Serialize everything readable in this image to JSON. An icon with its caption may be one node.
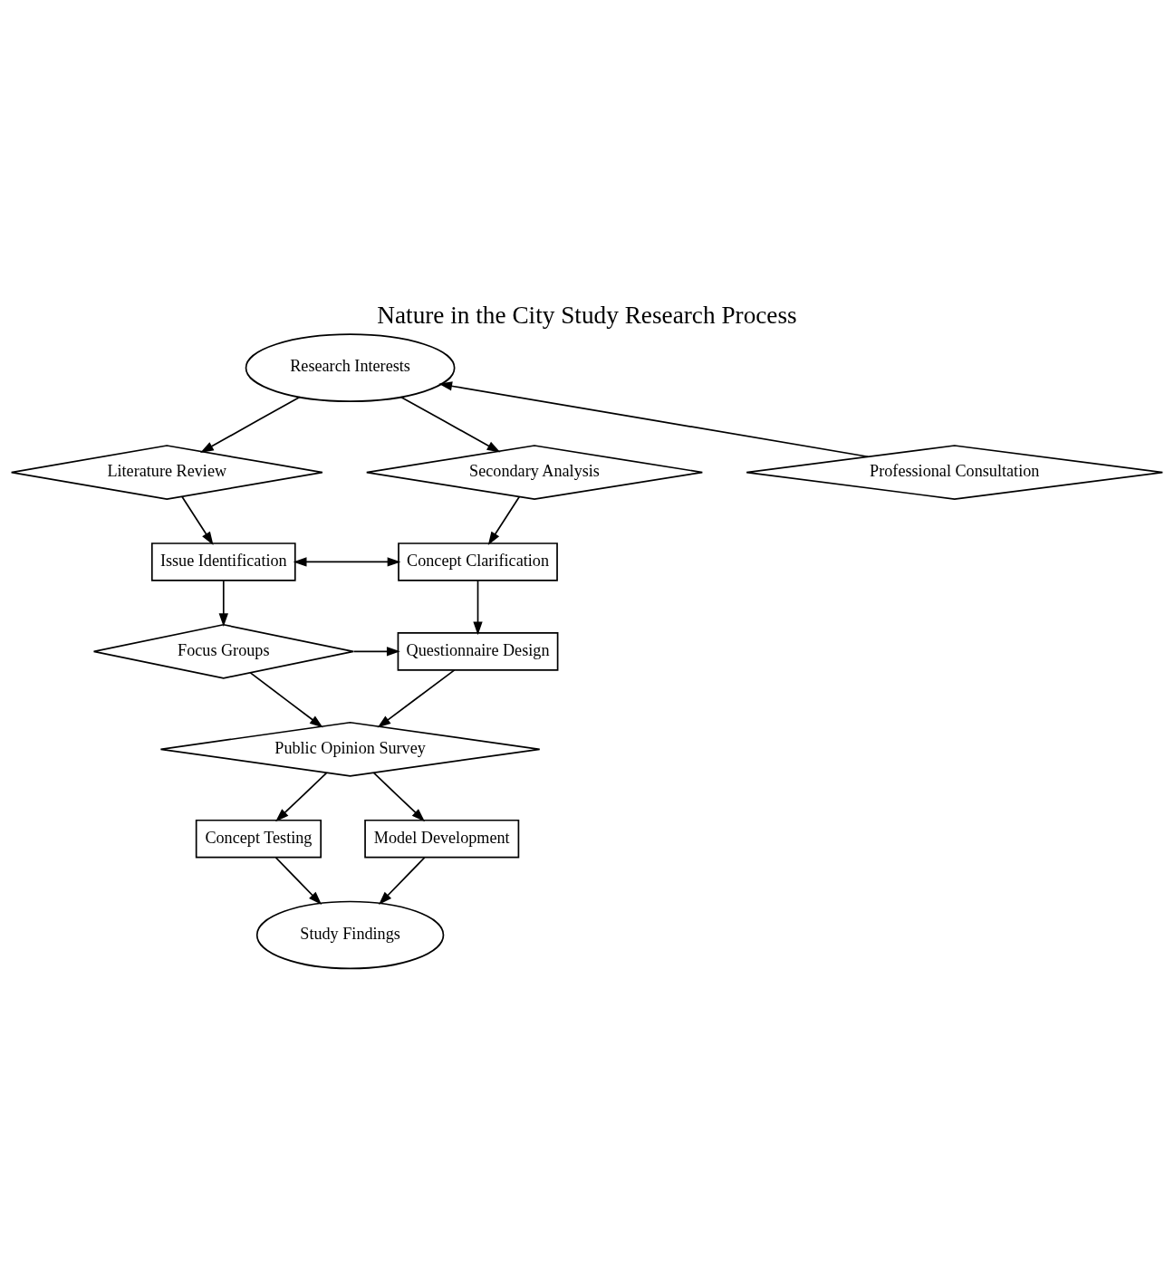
{
  "diagram": {
    "title": "Nature in the City Study Research Process",
    "nodes": [
      {
        "text": [
          "Research Interests"
        ]
      },
      {
        "text": [
          "Literature Review"
        ]
      },
      {
        "text": [
          "Professional Consultation"
        ]
      },
      {
        "text": [
          "Secondary Analysis"
        ]
      },
      {
        "text": [
          "Issue Identification"
        ]
      },
      {
        "text": [
          "Concept Clarification"
        ]
      },
      {
        "text": [
          "Focus Groups"
        ]
      },
      {
        "text": [
          "Questionnaire Design"
        ]
      },
      {
        "text": [
          "Public Opinion Survey"
        ]
      },
      {
        "text": [
          "Concept Testing"
        ]
      },
      {
        "text": [
          "Model Development"
        ]
      },
      {
        "text": [
          "Study Findings"
        ]
      }
    ],
    "edges": [
      {
        "from": 2,
        "to": 0,
        "arrow": "to"
      },
      {
        "from": 0,
        "to": 1,
        "arrow": "to"
      },
      {
        "from": 0,
        "to": 3,
        "arrow": "to"
      },
      {
        "from": 1,
        "to": 4,
        "arrow": "to"
      },
      {
        "from": 4,
        "to": 5,
        "arrow": "both"
      },
      {
        "from": 3,
        "to": 5,
        "arrow": "to"
      },
      {
        "from": 4,
        "to": 6,
        "arrow": "to"
      },
      {
        "from": 5,
        "to": 7,
        "arrow": "to"
      },
      {
        "from": 6,
        "to": 7,
        "arrow": "to"
      },
      {
        "from": 6,
        "to": 8,
        "arrow": "to"
      },
      {
        "from": 7,
        "to": 8,
        "arrow": "to"
      },
      {
        "from": 8,
        "to": 9,
        "arrow": "to"
      },
      {
        "from": 8,
        "to": 10,
        "arrow": "to"
      },
      {
        "from": 9,
        "to": 11,
        "arrow": "to"
      },
      {
        "from": 10,
        "to": 11,
        "arrow": "to"
      }
    ]
  }
}
